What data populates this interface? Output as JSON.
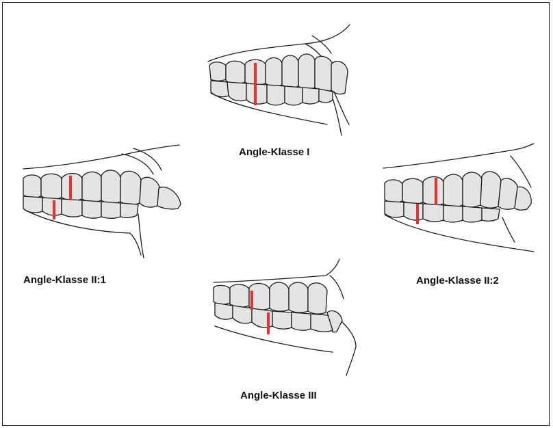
{
  "colors": {
    "molar_marker": "#e8312f",
    "tooth_fill": "#e4e4e4",
    "outline": "#1a1a1a",
    "background": "#ffffff"
  },
  "classes": [
    {
      "id": "class-1",
      "label": "Angle-Klasse I"
    },
    {
      "id": "class-2-1",
      "label": "Angle-Klasse II:1"
    },
    {
      "id": "class-2-2",
      "label": "Angle-Klasse II:2"
    },
    {
      "id": "class-3",
      "label": "Angle-Klasse III"
    }
  ]
}
